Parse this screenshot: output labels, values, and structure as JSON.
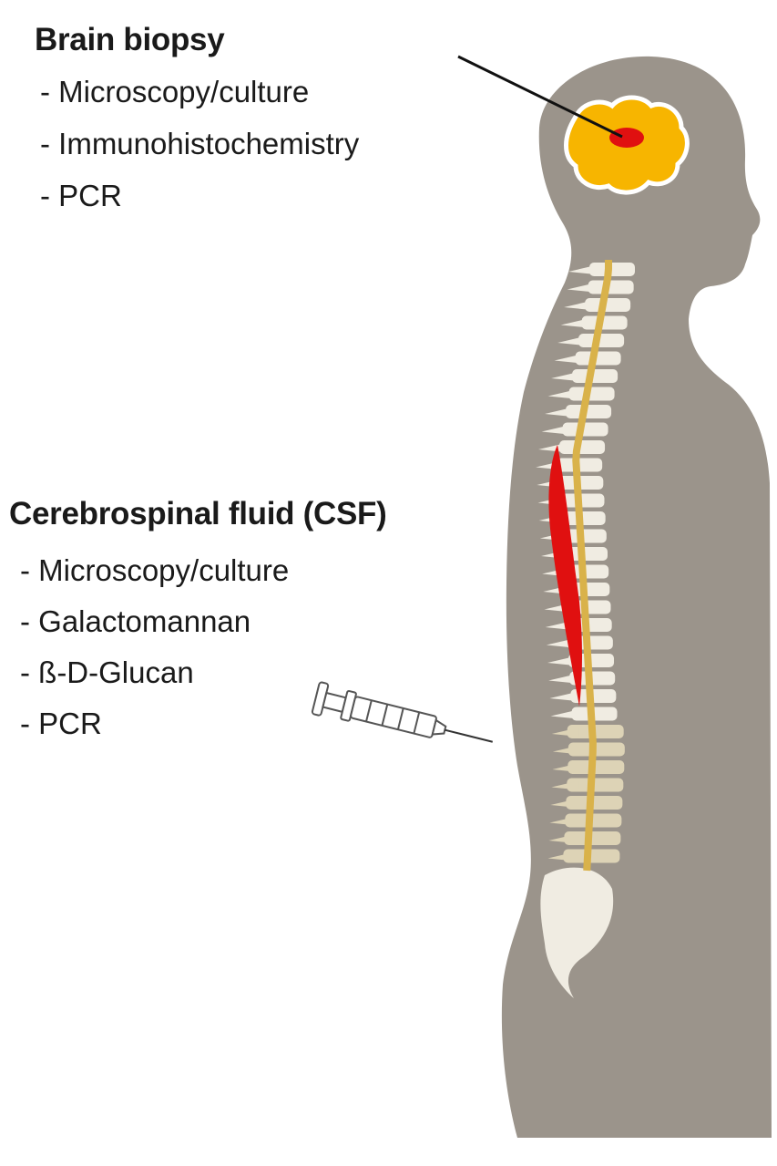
{
  "brain_biopsy": {
    "title": "Brain biopsy",
    "items": [
      "-  Microscopy/culture",
      "-  Immunohistochemistry",
      "-  PCR"
    ]
  },
  "csf": {
    "title": "Cerebrospinal fluid (CSF)",
    "items": [
      "-  Microscopy/culture",
      "- Galactomannan",
      "- ß-D-Glucan",
      "- PCR"
    ]
  },
  "colors": {
    "body_silhouette": "#9b948b",
    "vertebrae": "#f0ece2",
    "lumbar_vertebrae": "#ddd3b6",
    "spinal_cord": "#d9b24a",
    "lesion_red": "#e01010",
    "brain_abscess_orange": "#f7b500",
    "text": "#1a1a1a"
  },
  "icons": [
    "human-silhouette",
    "brain-lesion-icon",
    "spine-illustration",
    "syringe-icon",
    "pointer-line"
  ]
}
